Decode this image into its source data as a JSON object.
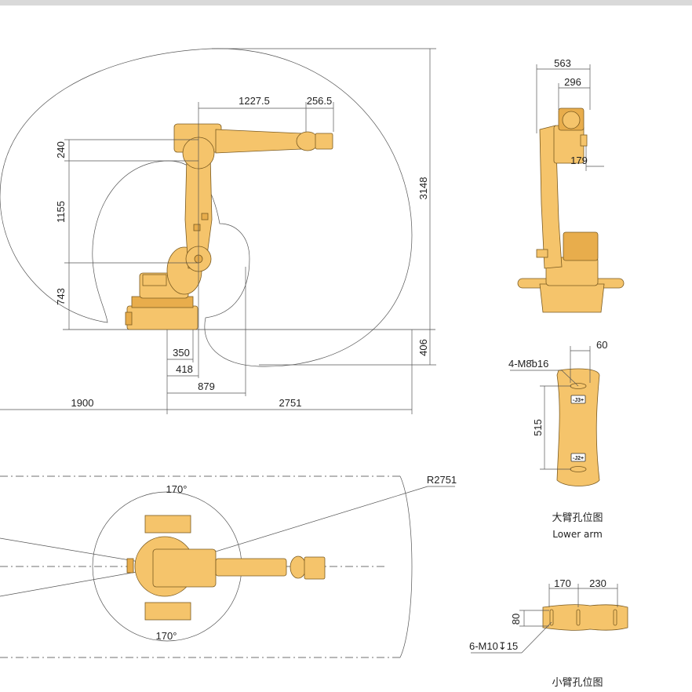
{
  "side_view": {
    "dims": {
      "d1227": "1227.5",
      "d256": "256.5",
      "d240": "240",
      "d1155": "1155",
      "d743": "743",
      "d3148": "3148",
      "d406": "406",
      "d350": "350",
      "d418": "418",
      "d879": "879",
      "d1900": "1900",
      "d2751": "2751"
    }
  },
  "front_view": {
    "dims": {
      "d563": "563",
      "d296": "296",
      "d179": "179"
    }
  },
  "top_view": {
    "dims": {
      "r2751": "R2751",
      "a_top": "170°",
      "a_bottom": "170°"
    }
  },
  "lower_arm": {
    "dims": {
      "d60": "60",
      "hole_spec": "4-M8̄b16",
      "d515": "515"
    },
    "badges": {
      "upper": "-J3+",
      "lower": "-J2+"
    },
    "caption_cn": "大臂孔位图",
    "caption_en": "Lower arm"
  },
  "upper_arm": {
    "dims": {
      "d170": "170",
      "d230": "230",
      "d80": "80",
      "hole_spec": "6-M10↧15"
    },
    "caption_cn": "小臂孔位图"
  }
}
